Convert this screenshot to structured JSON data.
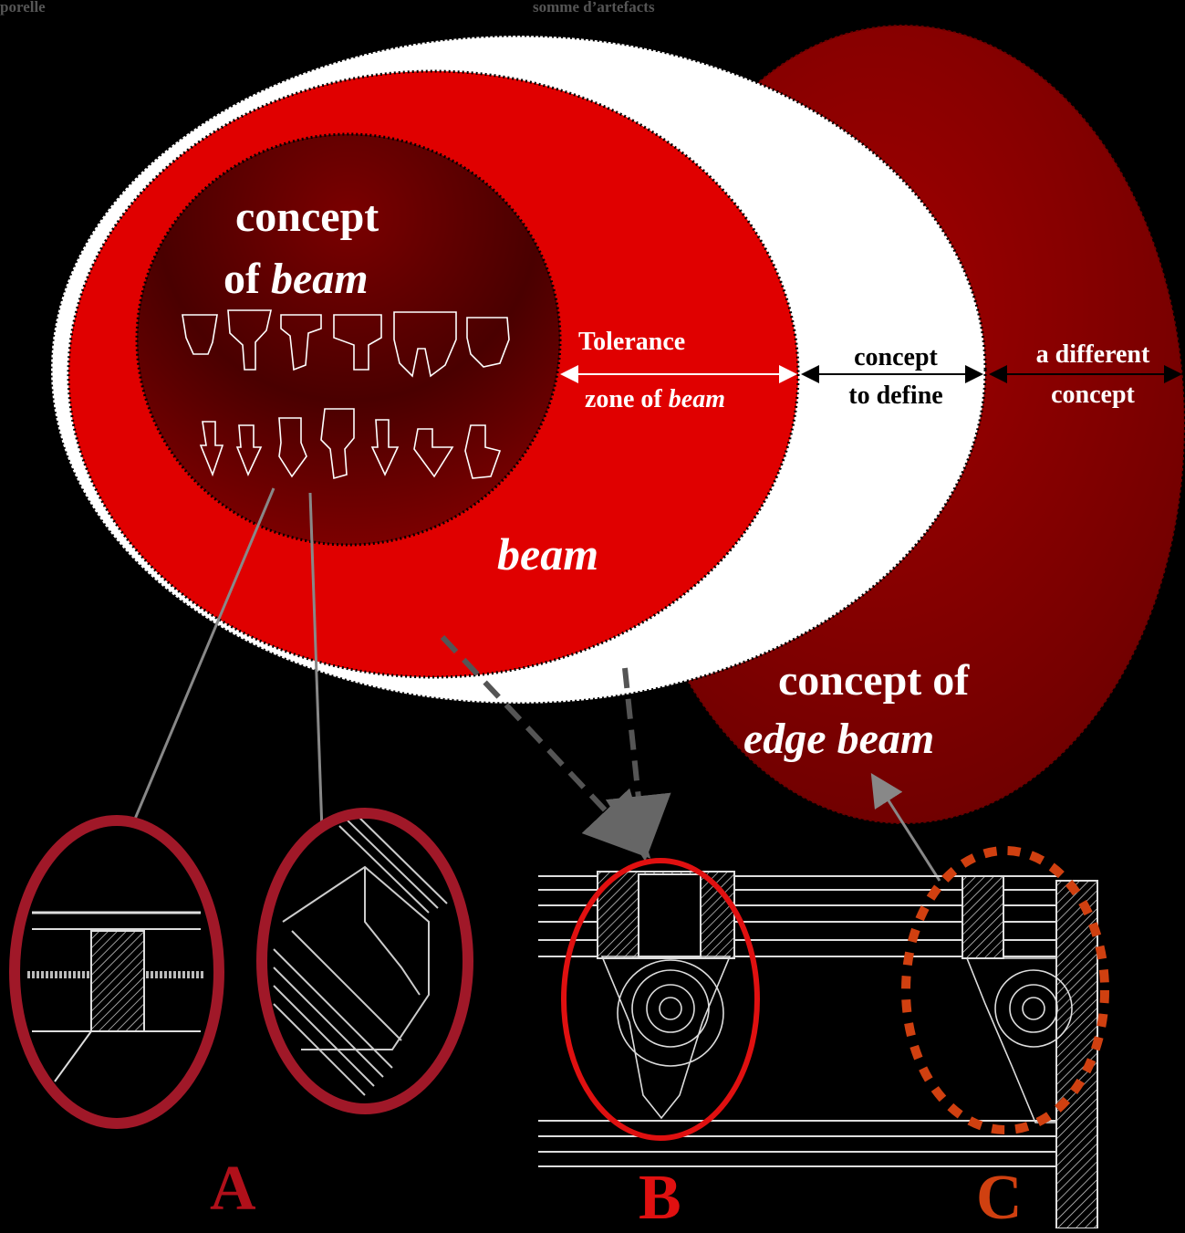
{
  "header": {
    "left_fragment": "porelle",
    "center_fragment": "somme d’artefacts"
  },
  "labels": {
    "concept_line1": "concept",
    "concept_line2_prefix": "of ",
    "concept_line2_italic": "beam",
    "tolerance": "Tolerance",
    "zone_prefix": "zone of ",
    "zone_italic": "beam",
    "beam": "beam",
    "concept_to_define_1": "concept",
    "concept_to_define_2": "to define",
    "different_1": "a different",
    "different_2": "concept",
    "edge_line1": "concept of",
    "edge_line2": "edge beam"
  },
  "panels": {
    "a": "A",
    "b": "B",
    "c": "C"
  },
  "colors": {
    "outer_dark_red": "#8f0000",
    "beam_red": "#e00000",
    "inner_dark": "#5a0000",
    "white_zone": "#ffffff",
    "frame_crimson": "#a01828",
    "panel_b_ring": "#e01010",
    "panel_c_ring": "#d04010"
  }
}
